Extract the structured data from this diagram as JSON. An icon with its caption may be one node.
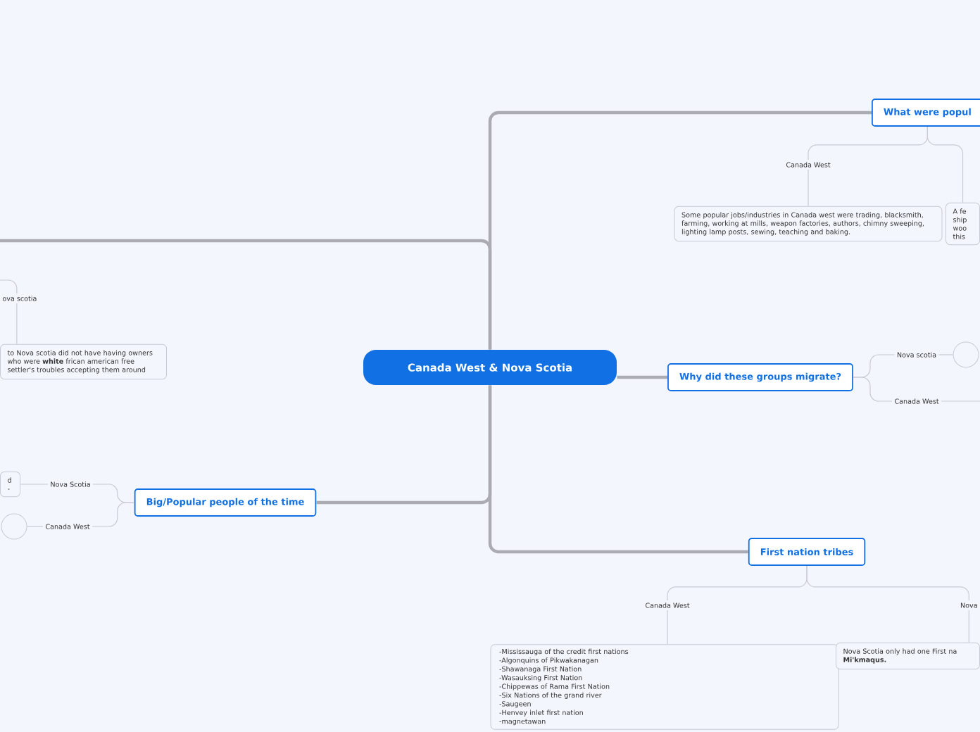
{
  "diagram": {
    "nodes": [
      {
        "text": [
          "Canada West & Nova Scotia"
        ]
      },
      {
        "text": [
          "What were popul"
        ]
      },
      {
        "text": [
          "Canada West"
        ]
      },
      {
        "text": [
          "Some popular jobs/industries in Canada west were trading, blacksmith, farming, working at mills, weapon factories, authors, chimny sweeping, lighting lamp posts, sewing, teaching and baking."
        ]
      },
      {
        "text": [
          "A fe ship woo this"
        ]
      },
      {
        "text": [
          "Why did these groups migrate?"
        ]
      },
      {
        "text": [
          "Nova scotia"
        ]
      },
      {
        "text": [
          "Canada West"
        ]
      },
      {
        "text": [],
        "shape": "circle"
      },
      {
        "text": [
          "First nation tribes"
        ]
      },
      {
        "text": [
          "Canada West"
        ]
      },
      {
        "text": [
          "-Mississauga of the credit first nations",
          "-Algonquins of Pikwakanagan",
          "-Shawanaga First Nation",
          "-Wasauksing First Nation",
          "-Chippewas of Rama First Nation",
          "-Six Nations of the grand river",
          "-Saugeen",
          "-Henvey inlet first nation",
          "-magnetawan"
        ]
      },
      {
        "text": [
          "Nova"
        ]
      },
      {
        "text": [
          "Nova Scotia only had one First na **Mi'kmaqus.**"
        ]
      },
      {
        "text": [
          "Big/Popular people of the time"
        ]
      },
      {
        "text": [
          "Nova Scotia"
        ]
      },
      {
        "text": [
          "Canada West"
        ]
      },
      {
        "text": [
          "d -"
        ]
      },
      {
        "text": [],
        "shape": "circle"
      },
      {
        "text": [
          "ova scotia"
        ]
      },
      {
        "text": [
          "to Nova scotia did not have having owners who were **white** frican american free settler's troubles accepting them around"
        ]
      }
    ],
    "edges": [
      {
        "from": 0,
        "to": 1,
        "arrow": "none",
        "style": "thick"
      },
      {
        "from": 0,
        "to": 5,
        "arrow": "none",
        "style": "thick"
      },
      {
        "from": 0,
        "to": 9,
        "arrow": "none",
        "style": "thick"
      },
      {
        "from": 0,
        "to": 14,
        "arrow": "none",
        "style": "thick"
      },
      {
        "from": 0,
        "to": null,
        "arrow": "none",
        "style": "thick"
      },
      {
        "from": 1,
        "to": 2,
        "arrow": "none"
      },
      {
        "from": 1,
        "to": 4,
        "arrow": "none"
      },
      {
        "from": 2,
        "to": 3,
        "arrow": "none"
      },
      {
        "from": 5,
        "to": 6,
        "arrow": "none"
      },
      {
        "from": 5,
        "to": 7,
        "arrow": "none"
      },
      {
        "from": 6,
        "to": 8,
        "arrow": "none"
      },
      {
        "from": 7,
        "to": null,
        "arrow": "none"
      },
      {
        "from": 9,
        "to": 10,
        "arrow": "none"
      },
      {
        "from": 9,
        "to": 12,
        "arrow": "none"
      },
      {
        "from": 10,
        "to": 11,
        "arrow": "none"
      },
      {
        "from": 12,
        "to": 13,
        "arrow": "none"
      },
      {
        "from": 14,
        "to": 15,
        "arrow": "none"
      },
      {
        "from": 14,
        "to": 16,
        "arrow": "none"
      },
      {
        "from": 15,
        "to": 17,
        "arrow": "none"
      },
      {
        "from": 16,
        "to": 18,
        "arrow": "none"
      },
      {
        "from": null,
        "to": 19,
        "arrow": "none"
      },
      {
        "from": 19,
        "to": 20,
        "arrow": "none"
      }
    ]
  }
}
